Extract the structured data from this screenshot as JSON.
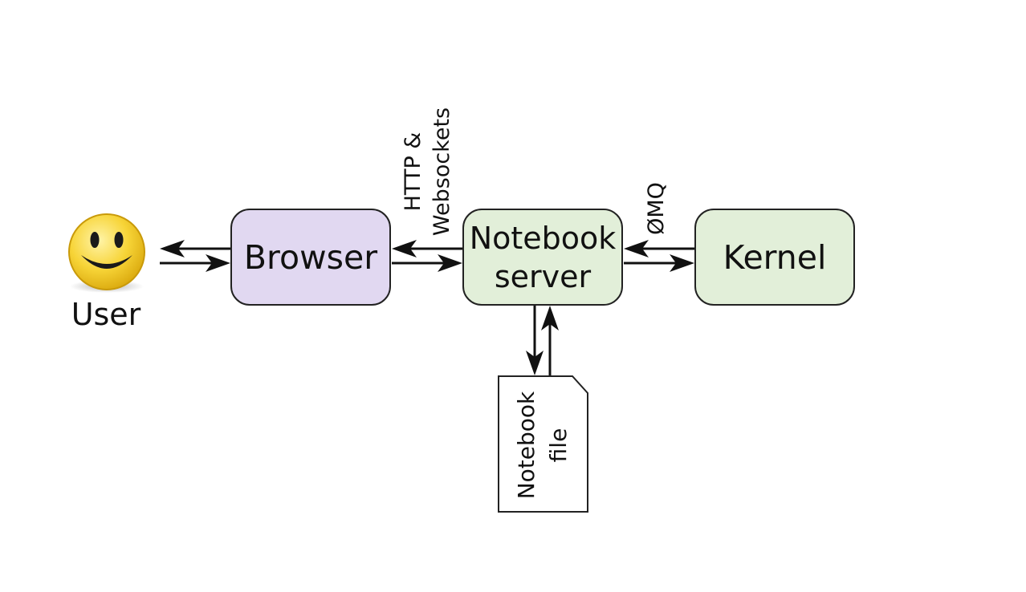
{
  "nodes": {
    "user": {
      "label": "User",
      "icon": "smiley-face-icon"
    },
    "browser": {
      "label": "Browser",
      "fill": "#e1d8f1"
    },
    "server": {
      "label": "Notebook\nserver",
      "fill": "#e2efd9"
    },
    "kernel": {
      "label": "Kernel",
      "fill": "#e2efd9"
    },
    "file": {
      "label": "Notebook\nfile",
      "fill": "#ffffff"
    }
  },
  "edges": {
    "browser_server": {
      "label": "HTTP &\nWebsockets"
    },
    "server_kernel": {
      "label": "ØMQ"
    }
  },
  "colors": {
    "stroke": "#222222",
    "face": "#f7d437",
    "face_rim": "#d9a70c"
  }
}
